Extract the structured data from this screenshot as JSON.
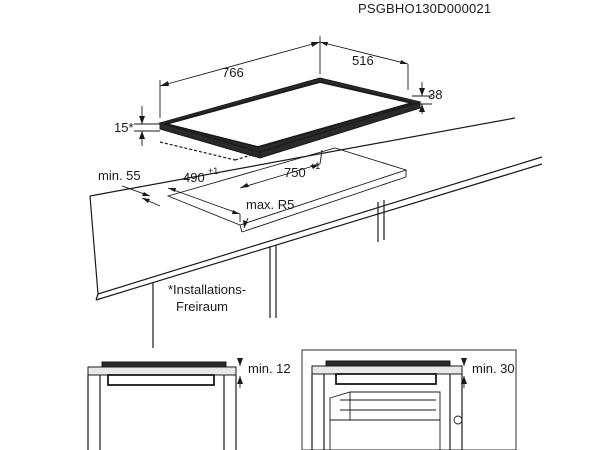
{
  "header": {
    "document_code": "PSGBHO130D000021"
  },
  "dimensions": {
    "width": "766",
    "depth": "516",
    "height": "38",
    "side": "15*",
    "front_min": "min. 55",
    "cutout_depth": "490",
    "cutout_depth_tol": "+1",
    "cutout_width": "750",
    "cutout_width_tol": "+1",
    "corner_radius": "max. R5"
  },
  "note": {
    "line1": "*Installations-",
    "line2": "Freiraum"
  },
  "detail_left": {
    "clearance": "min. 12"
  },
  "detail_right": {
    "clearance": "min. 30"
  }
}
